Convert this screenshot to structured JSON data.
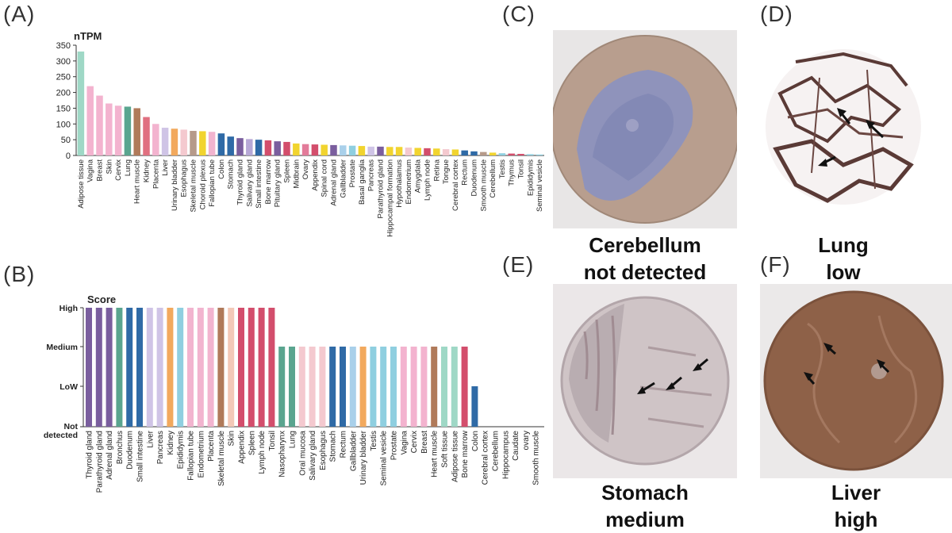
{
  "labels": {
    "a": "(A)",
    "b": "(B)",
    "c": "(C)",
    "d": "(D)",
    "e": "(E)",
    "f": "(F)"
  },
  "chart_data": [
    {
      "type": "bar",
      "ylabel": "nTPM",
      "ylim": [
        0,
        350
      ],
      "yticks": [
        0,
        50,
        100,
        150,
        200,
        250,
        300,
        350
      ],
      "categories": [
        "Adipose tissue",
        "Vagina",
        "Breast",
        "Skin",
        "Cervix",
        "Lung",
        "Heart muscle",
        "Kidney",
        "Placenta",
        "Liver",
        "Urinary bladder",
        "Esophagus",
        "Skeletal muscle",
        "Choroid plexus",
        "Fallopian tube",
        "Colon",
        "Stomach",
        "Thyroid gland",
        "Salivary gland",
        "Small intestine",
        "Bone marrow",
        "Pituitary gland",
        "Spleen",
        "Midbrain",
        "Ovary",
        "Appendix",
        "Spinal cord",
        "Adrenal gland",
        "Gallbladder",
        "Prostate",
        "Basal ganglia",
        "Pancreas",
        "Parathyroid gland",
        "Hippocampal formation",
        "Hypothalamus",
        "Endometrium",
        "Amygdala",
        "Lymph node",
        "Retina",
        "Tongue",
        "Cerebral cortex",
        "Rectum",
        "Duodenum",
        "Smooth muscle",
        "Cerebellum",
        "Testis",
        "Thymus",
        "Tonsil",
        "Epididymis",
        "Seminal vesicle"
      ],
      "values": [
        330,
        220,
        190,
        165,
        158,
        155,
        150,
        122,
        100,
        88,
        85,
        82,
        78,
        77,
        75,
        70,
        60,
        55,
        52,
        50,
        48,
        45,
        43,
        38,
        36,
        35,
        34,
        33,
        32,
        31,
        30,
        28,
        28,
        27,
        27,
        25,
        24,
        23,
        22,
        20,
        19,
        16,
        13,
        11,
        9,
        7,
        6,
        5,
        4,
        3
      ],
      "colors": [
        "#9fd8c6",
        "#f3b3cf",
        "#f3b3cf",
        "#f3b3cf",
        "#f3b3cf",
        "#5aa58f",
        "#b07a5a",
        "#e07080",
        "#f3b3cf",
        "#cfc4e6",
        "#f2a95d",
        "#f4c9cf",
        "#b69a8a",
        "#f1d42f",
        "#f2b4cf",
        "#2f6aa6",
        "#2f6aa6",
        "#7a5e9e",
        "#b7a8d6",
        "#2f6aa6",
        "#d34e6c",
        "#7a5e9e",
        "#d34e6c",
        "#f1d42f",
        "#e37b9a",
        "#d34e6c",
        "#f1d42f",
        "#7a5e9e",
        "#a9d0ea",
        "#8fcfe0",
        "#f1d42f",
        "#cfc4e6",
        "#7a5e9e",
        "#f1d42f",
        "#f1d42f",
        "#f4c9cf",
        "#f1d42f",
        "#d34e6c",
        "#f1d42f",
        "#f4c9cf",
        "#f1d42f",
        "#2f6aa6",
        "#2f6aa6",
        "#b69a8a",
        "#f1d42f",
        "#8fcfe0",
        "#d34e6c",
        "#d34e6c",
        "#8fcfe0",
        "#8fcfe0"
      ]
    },
    {
      "type": "bar",
      "ylabel": "Score",
      "ytick_labels": [
        "Not\ndetected",
        "LoW",
        "Medium",
        "High"
      ],
      "categories": [
        "Thyroid gland",
        "Parathyroid gland",
        "Adrenal gland",
        "Bronchus",
        "Duodenum",
        "Small intestine",
        "Liver",
        "Pancreas",
        "Kidney",
        "Epididymis",
        "Fallopian tube",
        "Endometrium",
        "Placenta",
        "Skeletal muscle",
        "Skin",
        "Appendix",
        "Spleen",
        "Lymph node",
        "Tonsil",
        "Nasopharynx",
        "Lung",
        "Oral mucosa",
        "Salivary gland",
        "Esophagus",
        "Stomach",
        "Rectum",
        "Gallbladder",
        "Urinary bladder",
        "Testis",
        "Seminal vesicle",
        "Prostate",
        "Vagina",
        "Cervix",
        "Breast",
        "Heart muscle",
        "Soft tissue",
        "Adipose tissue",
        "Bone marrow",
        "Colon",
        "Cerebral cortex",
        "Cerebellum",
        "Hippocampus",
        "Caudate",
        "ovary",
        "Smooth muscle"
      ],
      "values": [
        3,
        3,
        3,
        3,
        3,
        3,
        3,
        3,
        3,
        3,
        3,
        3,
        3,
        3,
        3,
        3,
        3,
        3,
        3,
        2,
        2,
        2,
        2,
        2,
        2,
        2,
        2,
        2,
        2,
        2,
        2,
        2,
        2,
        2,
        2,
        2,
        2,
        2,
        1,
        0,
        0,
        0,
        0,
        0,
        0
      ],
      "colors": [
        "#7a5e9e",
        "#7a5e9e",
        "#7a5e9e",
        "#5aa58f",
        "#2f6aa6",
        "#2f6aa6",
        "#cfc4e6",
        "#cfc4e6",
        "#f2a95d",
        "#8fcfe0",
        "#f2b4cf",
        "#f2b4cf",
        "#f2b4cf",
        "#b07a5a",
        "#f3c9b8",
        "#d34e6c",
        "#d34e6c",
        "#d34e6c",
        "#d34e6c",
        "#5aa58f",
        "#5aa58f",
        "#f4c9cf",
        "#f4c9cf",
        "#f4c9cf",
        "#2f6aa6",
        "#2f6aa6",
        "#a9d0ea",
        "#f2a95d",
        "#8fcfe0",
        "#8fcfe0",
        "#8fcfe0",
        "#f3b3cf",
        "#f3b3cf",
        "#f3b3cf",
        "#b07a5a",
        "#9fd8c6",
        "#9fd8c6",
        "#d34e6c",
        "#2f6aa6",
        "#f1d42f",
        "#f1d42f",
        "#f1d42f",
        "#f1d42f",
        "#e37b9a",
        "#b69a8a"
      ]
    }
  ],
  "images": [
    {
      "label_key": "c",
      "caption_line1": "Cerebellum",
      "caption_line2": "not detected"
    },
    {
      "label_key": "d",
      "caption_line1": "Lung",
      "caption_line2": "low"
    },
    {
      "label_key": "e",
      "caption_line1": "Stomach",
      "caption_line2": "medium"
    },
    {
      "label_key": "f",
      "caption_line1": "Liver",
      "caption_line2": "high"
    }
  ]
}
